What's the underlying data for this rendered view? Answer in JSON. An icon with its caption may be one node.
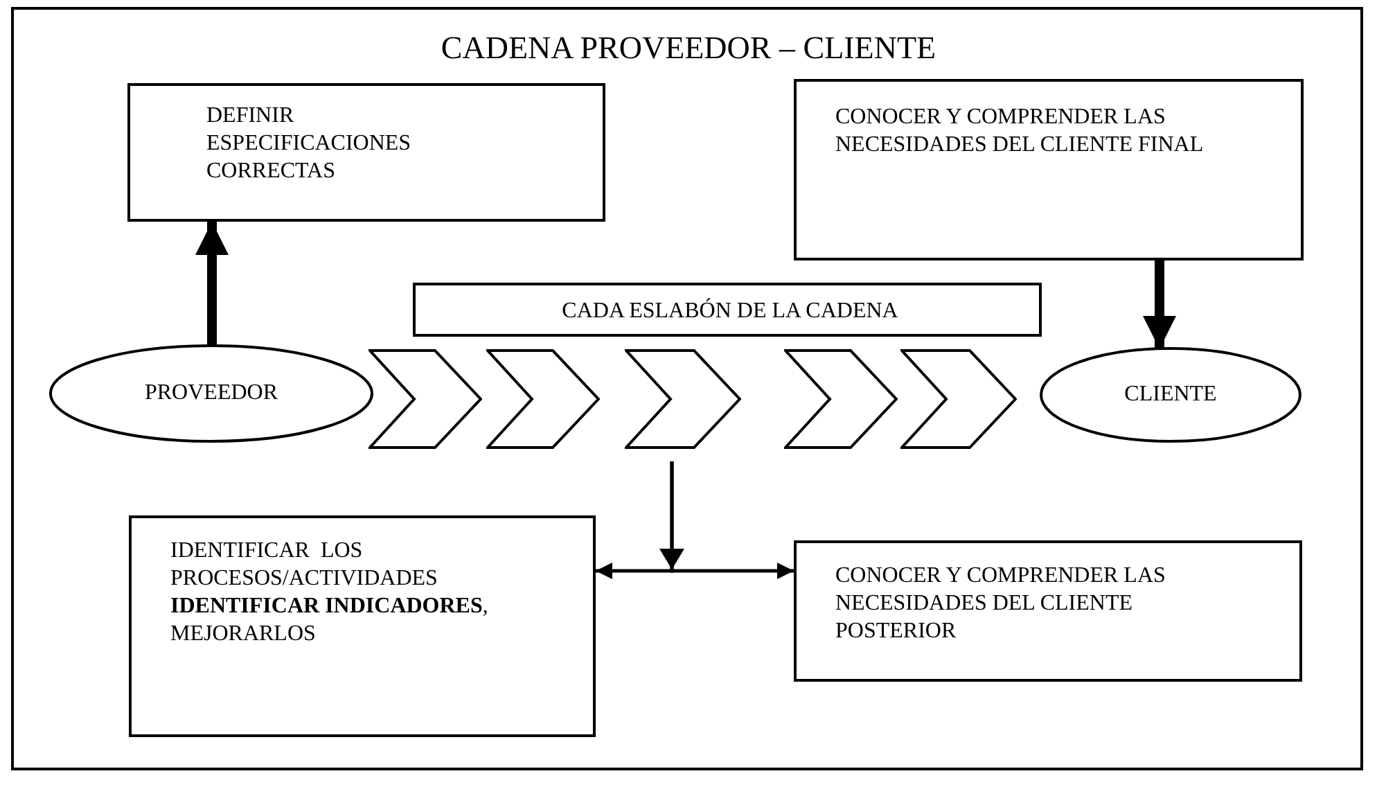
{
  "diagram": {
    "title": "CADENA PROVEEDOR – CLIENTE",
    "nodes": [
      {
        "text": [
          "DEFINIR ESPECIFICACIONES CORRECTAS"
        ]
      },
      {
        "text": [
          "CONOCER Y COMPRENDER LAS NECESIDADES DEL CLIENTE FINAL"
        ]
      },
      {
        "text": [
          "CADA ESLABÓN DE LA CADENA"
        ]
      },
      {
        "text": [
          "PROVEEDOR"
        ]
      },
      {
        "text": [],
        "shape": "chevron"
      },
      {
        "text": [],
        "shape": "chevron"
      },
      {
        "text": [],
        "shape": "chevron"
      },
      {
        "text": [],
        "shape": "chevron"
      },
      {
        "text": [],
        "shape": "chevron"
      },
      {
        "text": [
          "CLIENTE"
        ]
      },
      {
        "text": [
          "IDENTIFICAR  LOS PROCESOS/ACTIVIDADES **IDENTIFICAR INDICADORES**, MEJORARLOS"
        ]
      },
      {
        "text": [
          "CONOCER Y COMPRENDER LAS NECESIDADES DEL CLIENTE POSTERIOR"
        ]
      }
    ],
    "edges": [
      {
        "from": 3,
        "to": 0,
        "arrow": "to",
        "style": "thick"
      },
      {
        "from": 1,
        "to": 9,
        "arrow": "to",
        "style": "thick"
      },
      {
        "from": 6,
        "to": 10,
        "arrow": "to"
      },
      {
        "from": 6,
        "to": 11,
        "arrow": "to"
      }
    ]
  }
}
